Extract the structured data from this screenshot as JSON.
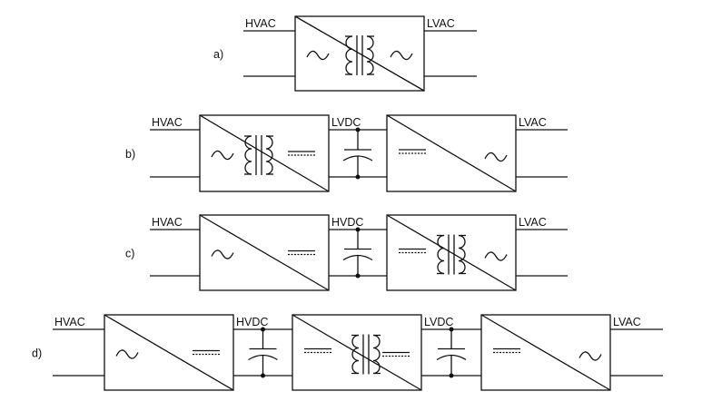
{
  "rows": [
    {
      "id": "a",
      "label": "a)",
      "input": "HVAC",
      "output": "LVAC",
      "links": []
    },
    {
      "id": "b",
      "label": "b)",
      "input": "HVAC",
      "output": "LVAC",
      "links": [
        "LVDC"
      ]
    },
    {
      "id": "c",
      "label": "c)",
      "input": "HVAC",
      "output": "LVAC",
      "links": [
        "HVDC"
      ]
    },
    {
      "id": "d",
      "label": "d)",
      "input": "HVAC",
      "output": "LVAC",
      "links": [
        "HVDC",
        "LVDC"
      ]
    }
  ]
}
